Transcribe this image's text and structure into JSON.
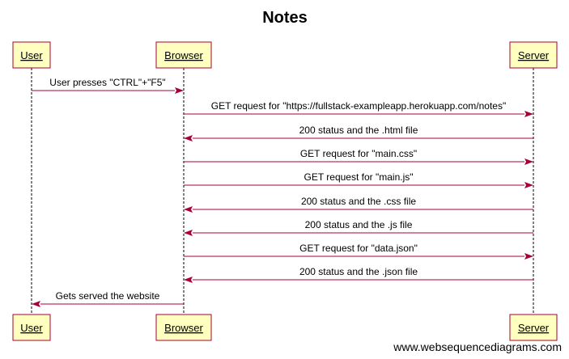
{
  "title": "Notes",
  "credit": "www.websequencediagrams.com",
  "colors": {
    "actor_fill": "#ffffc0",
    "actor_border": "#a80036",
    "arrow": "#a80036"
  },
  "participants": [
    {
      "id": "user",
      "label": "User"
    },
    {
      "id": "browser",
      "label": "Browser"
    },
    {
      "id": "server",
      "label": "Server"
    }
  ],
  "messages": [
    {
      "from": "user",
      "to": "browser",
      "label": "User presses \"CTRL\"+\"F5\""
    },
    {
      "from": "browser",
      "to": "server",
      "label": "GET request for \"https://fullstack-exampleapp.herokuapp.com/notes\""
    },
    {
      "from": "server",
      "to": "browser",
      "label": "200 status and the .html file"
    },
    {
      "from": "browser",
      "to": "server",
      "label": "GET request for \"main.css\""
    },
    {
      "from": "browser",
      "to": "server",
      "label": "GET request for \"main.js\""
    },
    {
      "from": "server",
      "to": "browser",
      "label": "200 status and the .css file"
    },
    {
      "from": "server",
      "to": "browser",
      "label": "200 status and the .js file"
    },
    {
      "from": "browser",
      "to": "server",
      "label": "GET request for \"data.json\""
    },
    {
      "from": "server",
      "to": "browser",
      "label": "200 status and the .json file"
    },
    {
      "from": "browser",
      "to": "user",
      "label": "Gets served the website"
    }
  ]
}
